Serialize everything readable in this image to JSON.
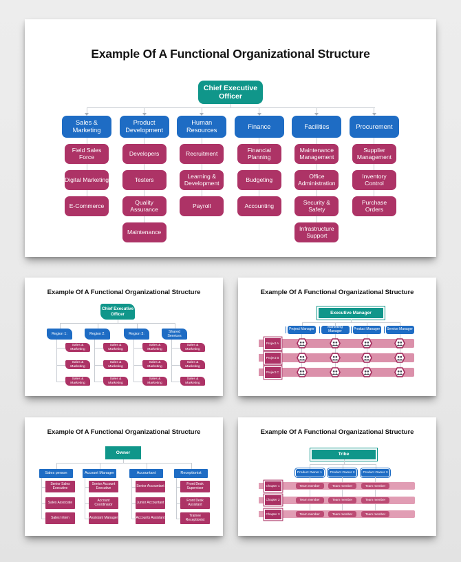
{
  "colors": {
    "teal": "#10968A",
    "blue": "#1E6CC4",
    "crimson": "#AD3366",
    "pink_bar": "#DB90AA",
    "pink_bar_light": "#E19DB4",
    "team_cell": "#BC4B74",
    "connector": "#C9CDD3",
    "title_text": "#141414",
    "page_background": "#E9E9E9",
    "slide_background": "#FFFFFF"
  },
  "slide1": {
    "title": "Example Of A Functional Organizational Structure",
    "root": "Chief Executive Officer",
    "columns": [
      {
        "head": "Sales & Marketing",
        "items": [
          "Field Sales Force",
          "Digital Marketing",
          "E-Commerce"
        ]
      },
      {
        "head": "Product Development",
        "items": [
          "Developers",
          "Testers",
          "Quality Assurance",
          "Maintenance"
        ]
      },
      {
        "head": "Human Resources",
        "items": [
          "Recruitment",
          "Learning & Development",
          "Payroll"
        ]
      },
      {
        "head": "Finance",
        "items": [
          "Financial Planning",
          "Budgeting",
          "Accounting"
        ]
      },
      {
        "head": "Facilities",
        "items": [
          "Maintenance Management",
          "Office Administration",
          "Security & Safety",
          "Infrastructure Support"
        ]
      },
      {
        "head": "Procurement",
        "items": [
          "Supplier Management",
          "Inventory Control",
          "Purchase Orders"
        ]
      }
    ]
  },
  "slide2": {
    "title": "Example Of A Functional Organizational Structure",
    "root": "Chief Executive Officer",
    "columns": [
      {
        "head": "Region 1:",
        "items": [
          "Sales & Marketing",
          "Sales & Marketing",
          "Sales & Marketing"
        ]
      },
      {
        "head": "Region 2:",
        "items": [
          "Sales & Marketing",
          "Sales & Marketing",
          "Sales & Marketing"
        ]
      },
      {
        "head": "Region 3:",
        "items": [
          "Sales & Marketing",
          "Sales & Marketing",
          "Sales & Marketing"
        ]
      },
      {
        "head": "Shared Services",
        "items": [
          "Sales & Marketing",
          "Sales & Marketing",
          "Sales & Marketing"
        ]
      }
    ]
  },
  "slide3": {
    "title": "Example Of A Functional Organizational Structure",
    "root": "Executive Manager",
    "managers": [
      "Project Manager",
      "Marketing Manager",
      "Product Manager",
      "Service Manager"
    ],
    "rows": [
      "Project A",
      "Project B",
      "Project C"
    ],
    "row_icon": "team-hexagon-icon"
  },
  "slide4": {
    "title": "Example Of A Functional Organizational Structure",
    "root": "Owner",
    "columns": [
      {
        "head": "Sales person",
        "items": [
          "Senior Sales Executive",
          "Sales Associate",
          "Sales Intern"
        ]
      },
      {
        "head": "Account Manager",
        "items": [
          "Senior Account Executive",
          "Account Coordinator",
          "Assistant Manager"
        ]
      },
      {
        "head": "Accountant",
        "items": [
          "Senior Accountant",
          "Junior Accountant",
          "Accounts Assistant"
        ]
      },
      {
        "head": "Receptionist",
        "items": [
          "Front Desk Supervisor",
          "Front Desk Assistant",
          "Trainee Receptionist"
        ]
      }
    ]
  },
  "slide5": {
    "title": "Example Of A Functional Organizational Structure",
    "root": "Tribe",
    "owners": [
      "Product Owner 1",
      "Product Owner 2",
      "Product Owner 3"
    ],
    "rows": [
      {
        "label": "Chapter 1",
        "cells": [
          "Team member",
          "Team member",
          "Team member"
        ]
      },
      {
        "label": "Chapter 2",
        "cells": [
          "Team member",
          "Team member",
          "Team member"
        ]
      },
      {
        "label": "Chapter 3",
        "cells": [
          "Team member",
          "Team member",
          "Team member"
        ]
      }
    ]
  }
}
